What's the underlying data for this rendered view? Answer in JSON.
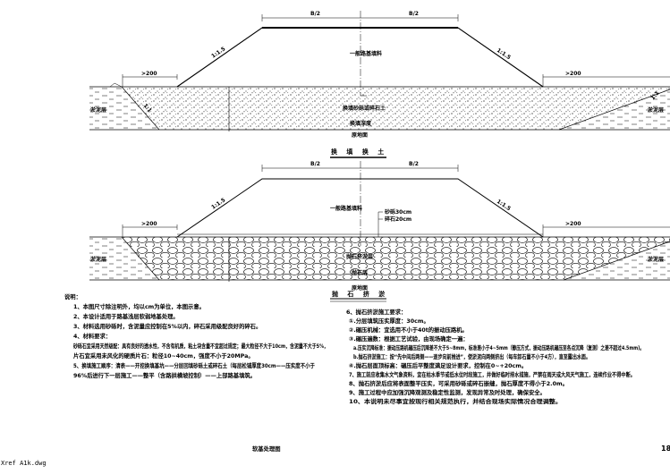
{
  "section1": {
    "half_width_left": "B/2",
    "half_width_right": "B/2",
    "slope_left": "1:1.5",
    "slope_right": "1:1.5",
    "berm_left": ">200",
    "berm_right": ">200",
    "fill_label": "一般路基填料",
    "replace_label": "换填砂砾或碎石土",
    "depth_label": "换填深度",
    "natural_ground": "原地面",
    "side_left": "淤泥层",
    "side_right": "淤泥层",
    "pit_slope_left": "1:1",
    "pit_slope_right": "1:1",
    "title": "换 填 换 土"
  },
  "section2": {
    "half_width_left": "B/2",
    "half_width_right": "B/2",
    "slope_left": "1:1.5",
    "slope_right": "1:1.5",
    "berm_left": ">200",
    "berm_right": ">200",
    "fill_label": "一般路基填料",
    "layer1": "砂砾30cm",
    "layer2": "碎石20cm",
    "stone_label": "抛石挤淤层",
    "depth_label": "抛石层",
    "natural_ground": "原地面",
    "side_left": "淤泥层",
    "side_right": "淤泥层",
    "title": "抛 石 挤 淤"
  },
  "notes_left": {
    "header": "说明：",
    "items": [
      "1、本图尺寸除注明外，均以cm为单位，本图示意。",
      "2、本设计适用于路基浅层软弱地基处理。",
      "3、材料选用砂砾时，含泥量应控制在5%以内，碎石采用级配良好的碎石。",
      "4、材料要求：",
      "   砂砾石宜采用天然级配：具有良好的透水性，不含有机质，粘土块含量不宜超过规定；最大粒径不大于10cm，含泥量不大于5%，",
      "   片石宜采用未风化的硬质片石：粒径10~40cm，强度不小于20MPa。",
      "5、换填施工顺序：清表——开挖换填基坑——分层回填砂砾土或碎石土（每层松铺厚度30cm——压实度不小于",
      "   96%后进行下一层施工——整平（含路拱横坡控制）——上部路基填筑。"
    ]
  },
  "notes_right": {
    "items": [
      "6、抛石挤淤施工要求：",
      "   ①.分层填筑压实厚度：30cm。",
      "   ②.碾压机械：宜选用不小于40t的振动压路机。",
      "   ③.碾压遍数：根据工艺试验，由现场确定一遍：",
      "      a.压实沉降标准：振动压路机碾压后沉降差不大于5~8mm，标准差小于4~5mm（静压方式，振动压路机碾压至各点沉降（复测）之差不超过4.5mm)。",
      "      b.抛石挤淤施工：按“先中间后两侧——逐步向前推进”，使淤泥向两侧挤出（每车卸石量不小于4方），直至露出水面。",
      "   ④.抛石层面顶标高：碾压后平整度满足设计要求，控制在0~+20cm。",
      "7、施工前应收集水文气象资料，宜在枯水季节或低水位时段施工，并做好临时排水措施，严禁在雨天或大风天气施工，连续作业不得中断。",
      "8、抛石挤淤后应将表面整平压实，可采用砂砾或碎石嵌缝，抛石厚度不得小于2.0m。",
      "9、施工过程中应加强沉降观测及稳定性监测，发现异常及时处理，确保安全。",
      "10、本说明未尽事宜按现行相关规范执行，并结合现场实际情况合理调整。"
    ]
  },
  "footer": {
    "xref": "Xref A1k.dwg",
    "drawing_name": "软基处理图",
    "page": "18"
  }
}
